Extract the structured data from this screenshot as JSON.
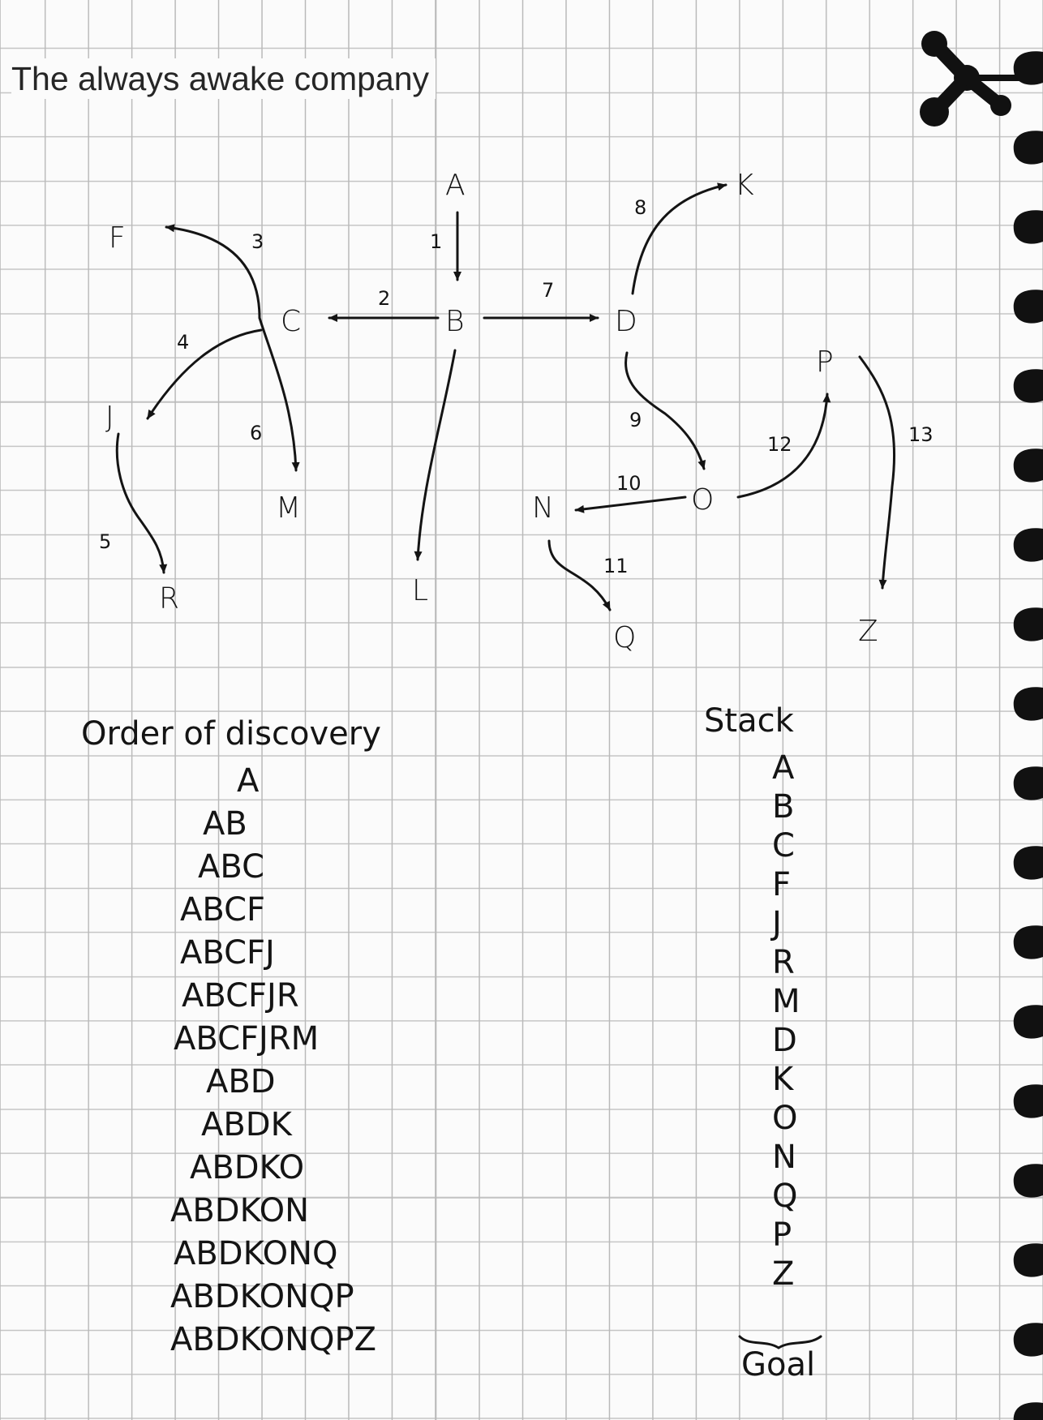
{
  "brand": {
    "tagline": "The always awake company",
    "logo_icon": "molecule-logo-icon"
  },
  "graph": {
    "nodes": [
      "A",
      "B",
      "C",
      "D",
      "F",
      "J",
      "M",
      "R",
      "L",
      "K",
      "O",
      "N",
      "Q",
      "P",
      "Z"
    ],
    "edges": [
      {
        "from": "A",
        "to": "B",
        "label": "1"
      },
      {
        "from": "B",
        "to": "C",
        "label": "2"
      },
      {
        "from": "C",
        "to": "F",
        "label": "3"
      },
      {
        "from": "C",
        "to": "J",
        "label": "4"
      },
      {
        "from": "J",
        "to": "R",
        "label": "5"
      },
      {
        "from": "C",
        "to": "M",
        "label": "6"
      },
      {
        "from": "B",
        "to": "D",
        "label": "7"
      },
      {
        "from": "D",
        "to": "K",
        "label": "8"
      },
      {
        "from": "D",
        "to": "O",
        "label": "9"
      },
      {
        "from": "O",
        "to": "N",
        "label": "10"
      },
      {
        "from": "N",
        "to": "Q",
        "label": "11"
      },
      {
        "from": "O",
        "to": "P",
        "label": "12"
      },
      {
        "from": "P",
        "to": "Z",
        "label": "13"
      },
      {
        "from": "B",
        "to": "L",
        "label": ""
      }
    ]
  },
  "discovery": {
    "title": "Order of discovery",
    "steps": [
      "A",
      "AB",
      "ABC",
      "ABCF",
      "ABCFJ",
      "ABCFJR",
      "ABCFJRM",
      "ABD",
      "ABDK",
      "ABDKO",
      "ABDKON",
      "ABDKONQ",
      "ABDKONQP",
      "ABDKONQPZ"
    ]
  },
  "stack": {
    "title": "Stack",
    "items": [
      "A",
      "B",
      "C",
      "F",
      "J",
      "R",
      "M",
      "D",
      "K",
      "O",
      "N",
      "Q",
      "P",
      "Z"
    ],
    "goal_label": "Goal"
  },
  "colors": {
    "ink": "#141414",
    "paper": "#fbfbfb",
    "grid": "#bdbdbd",
    "text": "#262626"
  }
}
